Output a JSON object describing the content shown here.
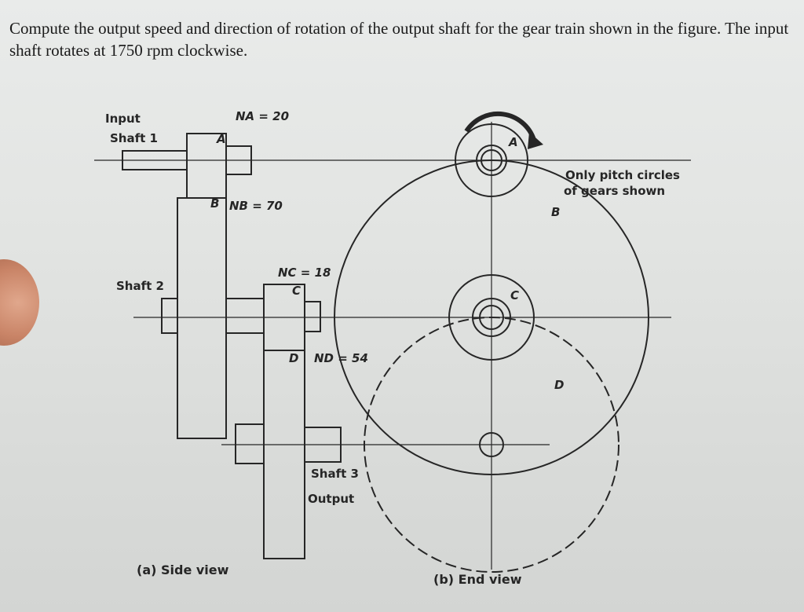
{
  "problem": {
    "text": "Compute the output speed and direction of rotation of the output shaft for the gear train shown in the figure. The input shaft rotates at 1750 rpm clockwise."
  },
  "side_view": {
    "input_label": "Input",
    "shaft1_label": "Shaft 1",
    "na_label": "NA = 20",
    "gear_a_tag": "A",
    "gear_b_tag": "B",
    "nb_label": "NB = 70",
    "nc_label": "NC = 18",
    "gear_c_tag": "C",
    "shaft2_label": "Shaft 2",
    "gear_d_tag": "D",
    "nd_label": "ND = 54",
    "shaft3_label": "Shaft 3",
    "output_label": "Output",
    "caption": "(a) Side view"
  },
  "end_view": {
    "gear_a_tag": "A",
    "gear_b_tag": "B",
    "gear_c_tag": "C",
    "gear_d_tag": "D",
    "note_line1": "Only pitch circles",
    "note_line2": "of gears shown",
    "caption": "(b) End view"
  },
  "colors": {
    "ink": "#262626",
    "paper": "#e6e8e6",
    "skin": "#c98467"
  }
}
